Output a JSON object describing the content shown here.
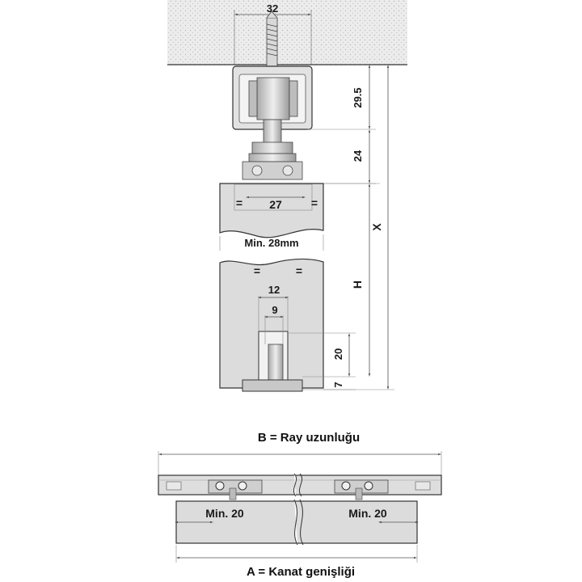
{
  "top_view": {
    "dim_screw_width": "32",
    "dim_rail_height": "29.5",
    "dim_hanger_height": "24",
    "dim_plate_width": "27",
    "equal_mark": "=",
    "min_thickness": "Min. 28mm",
    "dim_h": "H",
    "dim_x": "X",
    "dim_guide_outer": "12",
    "dim_guide_inner": "9",
    "dim_guide_depth": "20",
    "dim_floor_guide": "7"
  },
  "bottom_view": {
    "rail_length_label": "B = Ray uzunluğu",
    "min_left": "Min. 20",
    "min_right": "Min. 20",
    "leaf_width_label": "A = Kanat genişliği"
  },
  "colors": {
    "ceiling": "#e9e9e9",
    "panel": "#dcdcdc",
    "metal": "#c9c9c9",
    "line": "#333333"
  }
}
